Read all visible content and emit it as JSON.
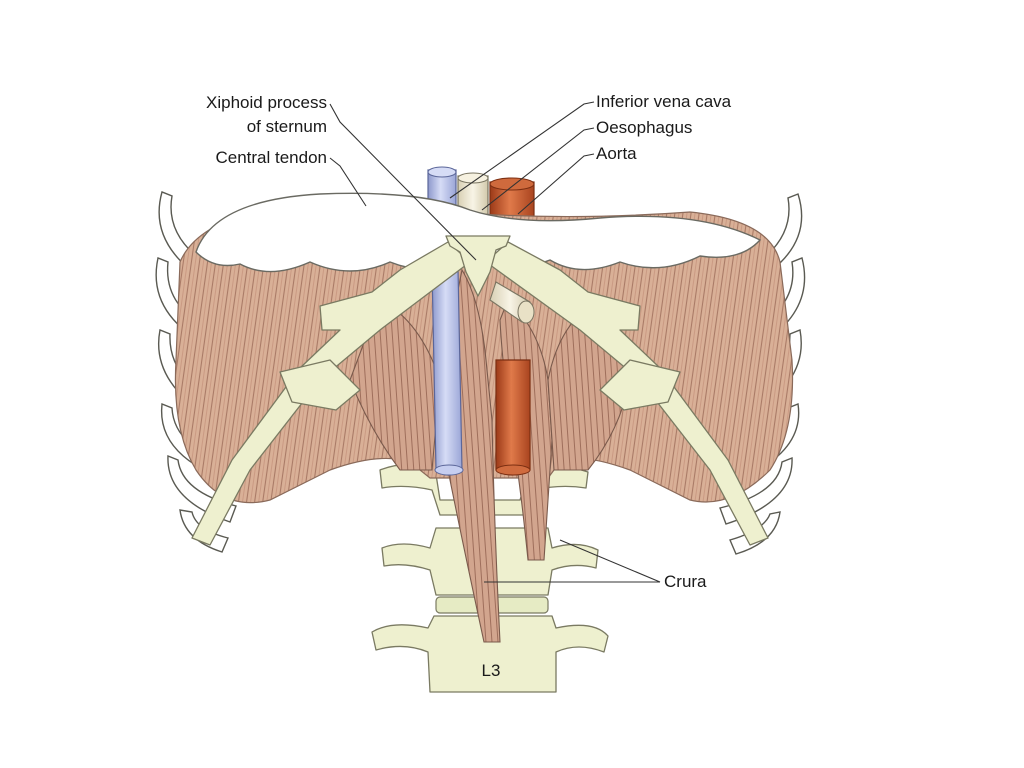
{
  "figure": {
    "labels": {
      "xiphoid_line1": "Xiphoid process",
      "xiphoid_line2": "of sternum",
      "central_tendon": "Central tendon",
      "ivc": "Inferior vena cava",
      "oesophagus": "Oesophagus",
      "aorta": "Aorta",
      "crura": "Crura",
      "vertebra": "L3"
    },
    "colors": {
      "muscle": "#d7ad92",
      "muscle_fibre": "#a67563",
      "central_tendon": "#ffffff",
      "bone": "#eef0cf",
      "inferior_vena_cava": "#b9c3e8",
      "oesophagus": "#efe9d6",
      "aorta": "#c8582c",
      "background": "#ffffff"
    }
  }
}
